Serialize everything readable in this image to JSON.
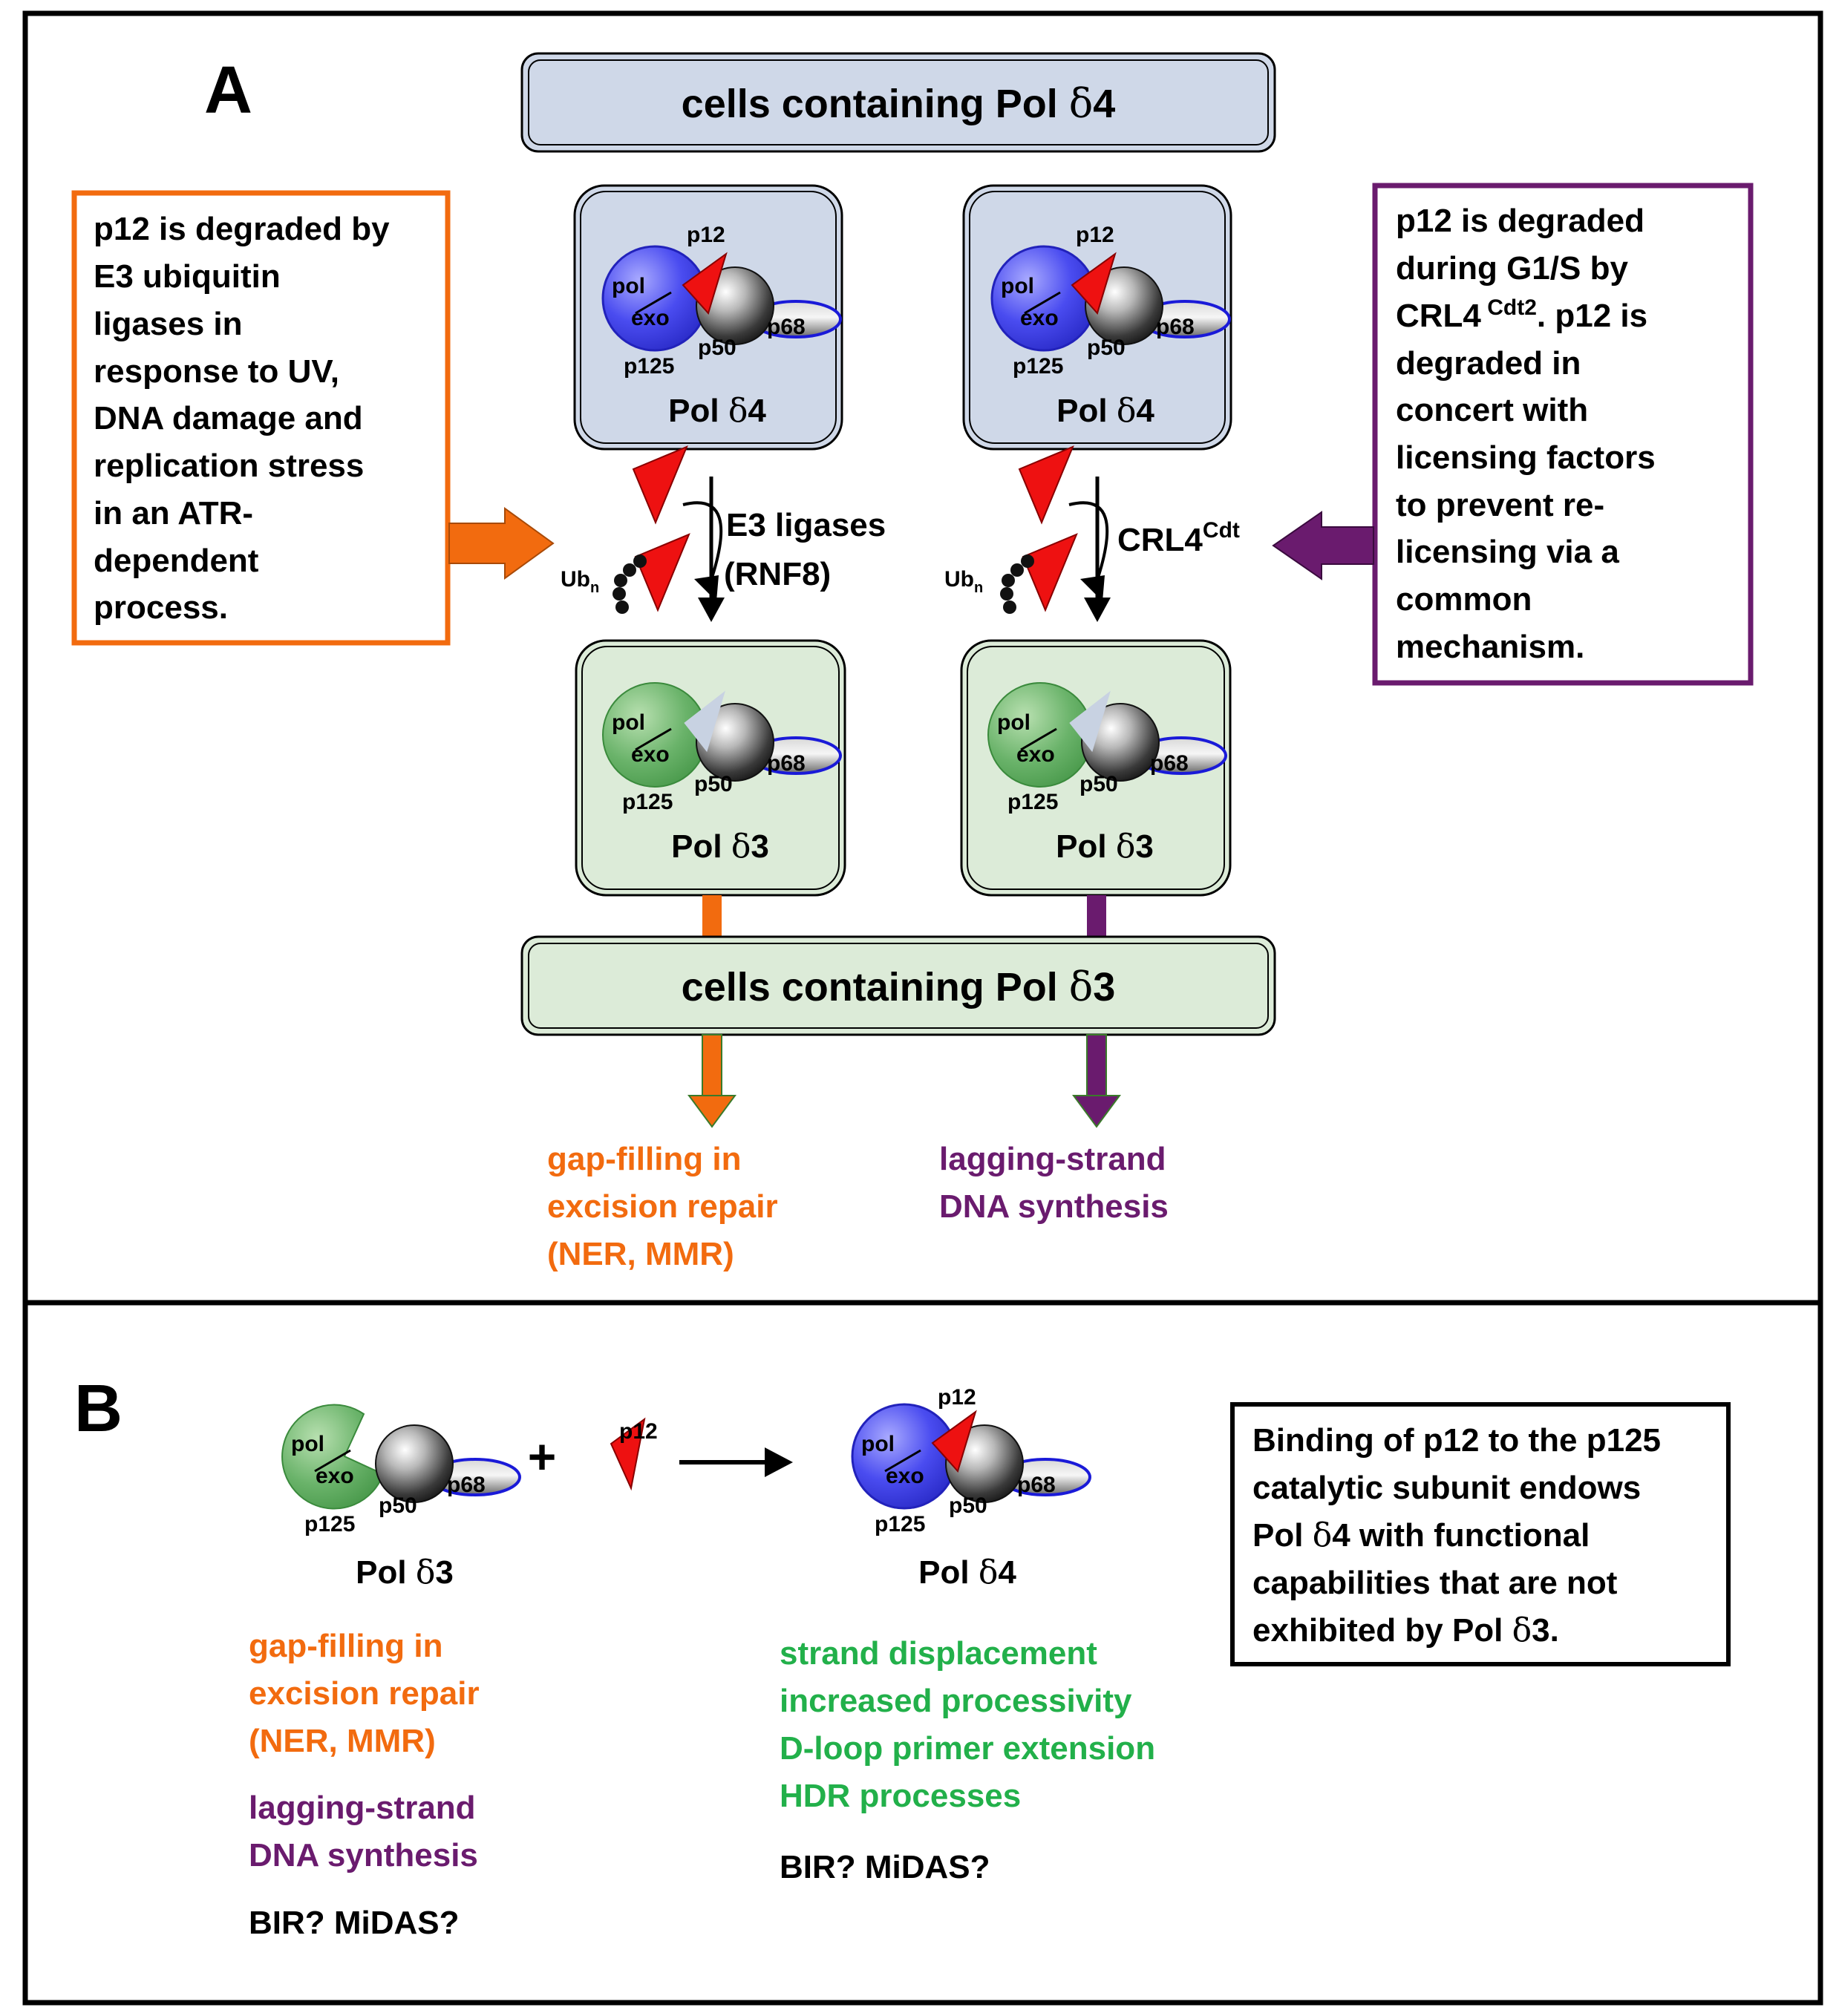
{
  "panel_a": {
    "label": "A",
    "top_banner": {
      "prefix": "cells containing ",
      "pol": "Pol ",
      "delta": "δ",
      "suffix": "4"
    },
    "bottom_banner": {
      "prefix": "cells containing ",
      "pol": "Pol ",
      "delta": "δ",
      "suffix": "3"
    },
    "left_note_lines": [
      "p12 is degraded by",
      "E3 ubiquitin",
      "ligases in",
      "response to UV,",
      "DNA damage and",
      "replication stress",
      "in an ATR-",
      "dependent",
      "process."
    ],
    "right_note": {
      "line1": "p12 is degraded",
      "line2": "during  G1/S by",
      "line3_a": " CRL4",
      "line3_sup": " Cdt2",
      "line3_b": ".  p12 is",
      "rest": [
        "degraded in",
        "concert with",
        "licensing factors",
        "to prevent re-",
        "licensing via a",
        "common",
        "mechanism."
      ]
    },
    "pol4_caption": {
      "pol": "Pol ",
      "delta": "δ",
      "num": "4"
    },
    "pol3_caption": {
      "pol": "Pol ",
      "delta": "δ",
      "num": "3"
    },
    "subunits": {
      "pol": "pol",
      "exo": "exo",
      "p12": "p12",
      "p50": "p50",
      "p68": "p68",
      "p125": "p125"
    },
    "left_enzyme": {
      "line1": "E3 ligases",
      "line2": "(RNF8)"
    },
    "right_enzyme": {
      "text": "CRL4",
      "sup": "Cdt"
    },
    "ub": {
      "text": "Ub",
      "sub": "n"
    },
    "left_outcome": [
      "gap-filling in",
      "excision repair",
      "(NER, MMR)"
    ],
    "right_outcome": [
      "lagging-strand",
      "DNA synthesis"
    ]
  },
  "panel_b": {
    "label": "B",
    "plus": "+",
    "pol3_caption": {
      "pol": "Pol ",
      "delta": "δ",
      "num": "3"
    },
    "pol4_caption": {
      "pol": "Pol ",
      "delta": "δ",
      "num": "4"
    },
    "left_orange": [
      "gap-filling in",
      "excision repair",
      "(NER, MMR)"
    ],
    "left_purple": [
      "lagging-strand",
      "DNA synthesis"
    ],
    "left_black": "BIR? MiDAS?",
    "right_green": [
      "strand displacement",
      "increased processivity",
      "D-loop primer extension",
      "HDR processes"
    ],
    "right_black": "BIR? MiDAS?",
    "note": {
      "l1": "Binding of p12 to the p125",
      "l2": "catalytic subunit endows",
      "l3_pol": "Pol ",
      "l3_delta": "δ",
      "l3_rest": "4 with functional",
      "l4": "capabilities that are not",
      "l5_pre": "exhibited by Pol ",
      "l5_delta": "δ",
      "l5_num": "3."
    }
  },
  "colors": {
    "orange": "#f26b0f",
    "purple": "#6a1b6e",
    "green_text": "#22b04a",
    "blue_box": "#cfd8e8",
    "green_box": "#dcebd8",
    "blue_sphere": "#4a4cf0",
    "green_sphere": "#6ab36a",
    "red_p12": "#ee1111"
  }
}
